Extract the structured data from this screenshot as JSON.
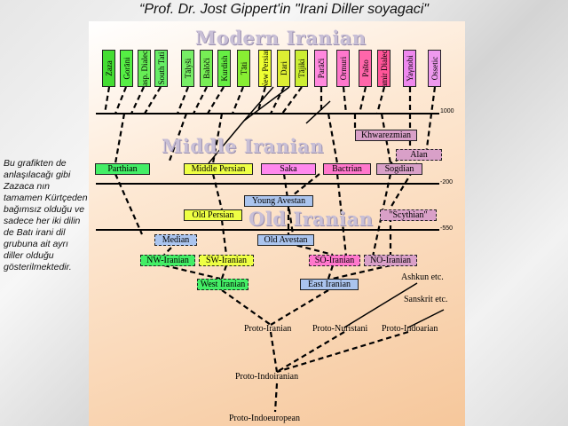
{
  "title": "“Prof. Dr. Jost Gippert'in \"Irani Diller soyagaci\"",
  "side_text": "Bu grafikten de anlaşılacağı gibi Zazaca nın tamamen Kürtçeden bağımsız olduğu ve sadece her iki dilin de Batı irani dil grubuna ait ayrı diller olduğu gösterilmektedir.",
  "eras": {
    "modern": "Modern Iranian",
    "middle": "Middle Iranian",
    "old": "Old Iranian"
  },
  "ticks": [
    "1000",
    "-200",
    "-550"
  ],
  "modern_languages": [
    {
      "label": "Zaza",
      "color": "#44dd33"
    },
    {
      "label": "Gorāni",
      "color": "#55ee44"
    },
    {
      "label": "Casp. Dialects",
      "color": "#66ee55"
    },
    {
      "label": "South Tati",
      "color": "#66ee66"
    },
    {
      "label": "Tālyši",
      "color": "#77ee66"
    },
    {
      "label": "Balōči",
      "color": "#77ee55"
    },
    {
      "label": "Kurdish",
      "color": "#66ee44"
    },
    {
      "label": "Tāti",
      "color": "#88ee33"
    },
    {
      "label": "New Persian",
      "color": "#eeff33"
    },
    {
      "label": "Dari",
      "color": "#ddee33"
    },
    {
      "label": "Tājiki",
      "color": "#ccee33"
    },
    {
      "label": "Parāči",
      "color": "#ff88dd"
    },
    {
      "label": "Ormuri",
      "color": "#ff77cc"
    },
    {
      "label": "Pašto",
      "color": "#ff66aa"
    },
    {
      "label": "Pamir Dialects",
      "color": "#ff5599"
    },
    {
      "label": "Yaγnobi",
      "color": "#ee88ee"
    },
    {
      "label": "Ossetic",
      "color": "#ee99ee"
    }
  ],
  "middle_iranian": {
    "parthian": "Parthian",
    "middle_persian": "Middle Persian",
    "saka": "Saka",
    "bactrian": "Bactrian",
    "sogdian": "Sogdian",
    "khwarezmian": "Khwarezmian",
    "alan": "Alan"
  },
  "old_iranian": {
    "young_avestan": "Young Avestan",
    "old_persian": "Old Persian",
    "scythian": "\"Scythian\"",
    "median": "Median",
    "old_avestan": "Old Avestan"
  },
  "groups": {
    "nw_iranian": "NW-Iranian",
    "sw_iranian": "SW-Iranian",
    "so_iranian": "SO-Iranian",
    "no_iranian": "NO-Iranian",
    "west_iranian": "West Iranian",
    "east_iranian": "East Iranian"
  },
  "proto": {
    "ashkun": "Ashkun etc.",
    "sanskrit": "Sanskrit etc.",
    "proto_iranian": "Proto-Iranian",
    "proto_nuristani": "Proto-Nuristani",
    "proto_indoarian": "Proto-Indoarian",
    "proto_indoiranian": "Proto-Indoiranian",
    "proto_indoeuropean": "Proto-Indoeuropean"
  },
  "colors": {
    "west_green": "#44ee66",
    "persian_yellow": "#eeff44",
    "saka_pink": "#ff88ee",
    "east_pink": "#ff77cc",
    "mauve": "#d9a0c8",
    "blue_box": "#aac4ee",
    "era_text": "#c8bfd6"
  }
}
